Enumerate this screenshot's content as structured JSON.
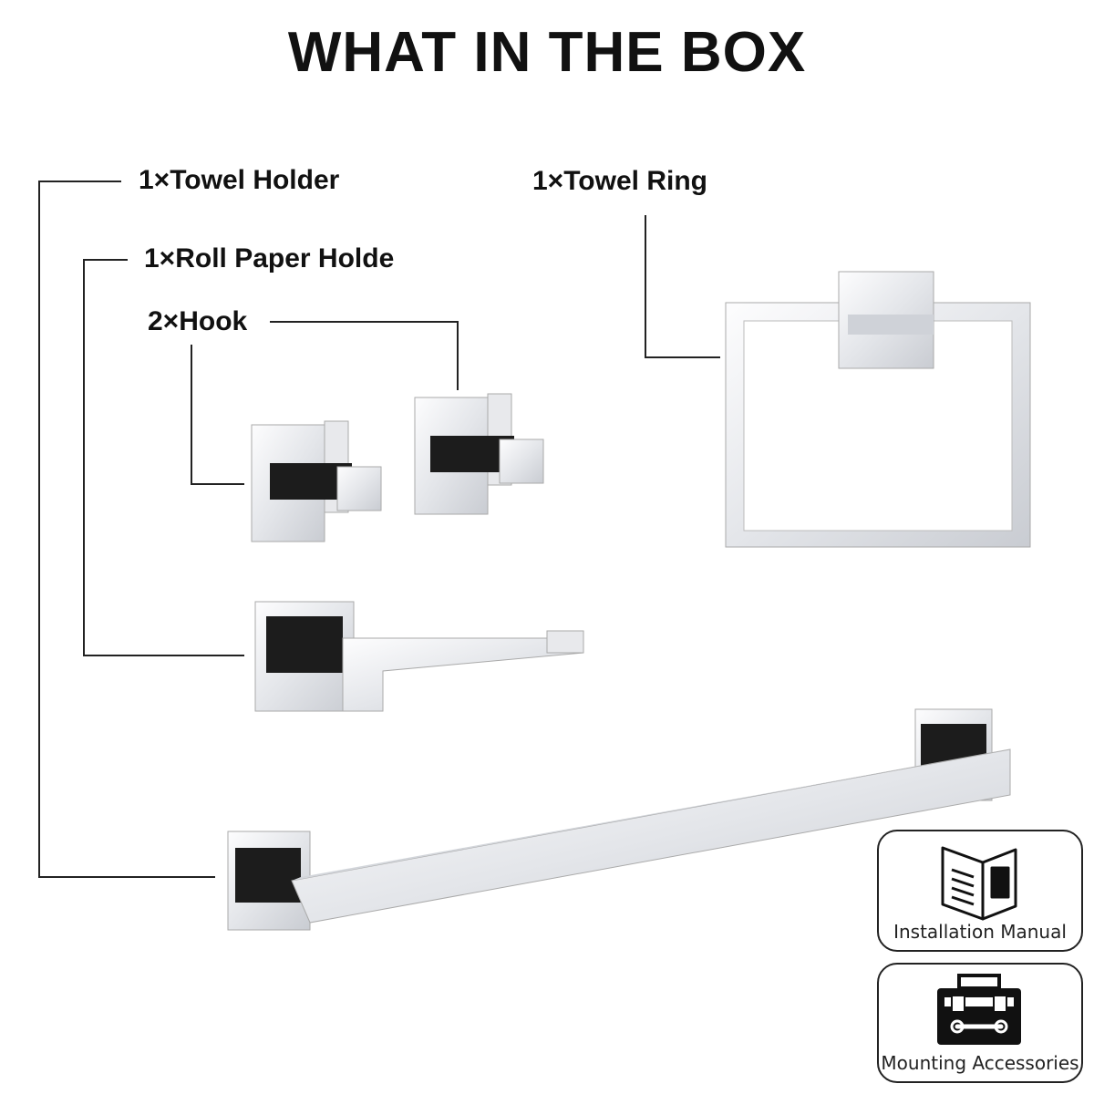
{
  "title": "WHAT IN THE BOX",
  "items": {
    "towel_holder": "1×Towel Holder",
    "roll_paper_holder": "1×Roll Paper Holde",
    "hook": "2×Hook",
    "towel_ring": "1×Towel Ring"
  },
  "extras": {
    "installation_manual": "Installation Manual",
    "mounting_accessories": "Mounting Accessories"
  },
  "colors": {
    "line": "#222222",
    "chrome_light": "#f2f3f5",
    "chrome_dark": "#1a1a1a"
  },
  "icons": {
    "manual": "open-book-icon",
    "toolbox": "toolbox-icon"
  }
}
